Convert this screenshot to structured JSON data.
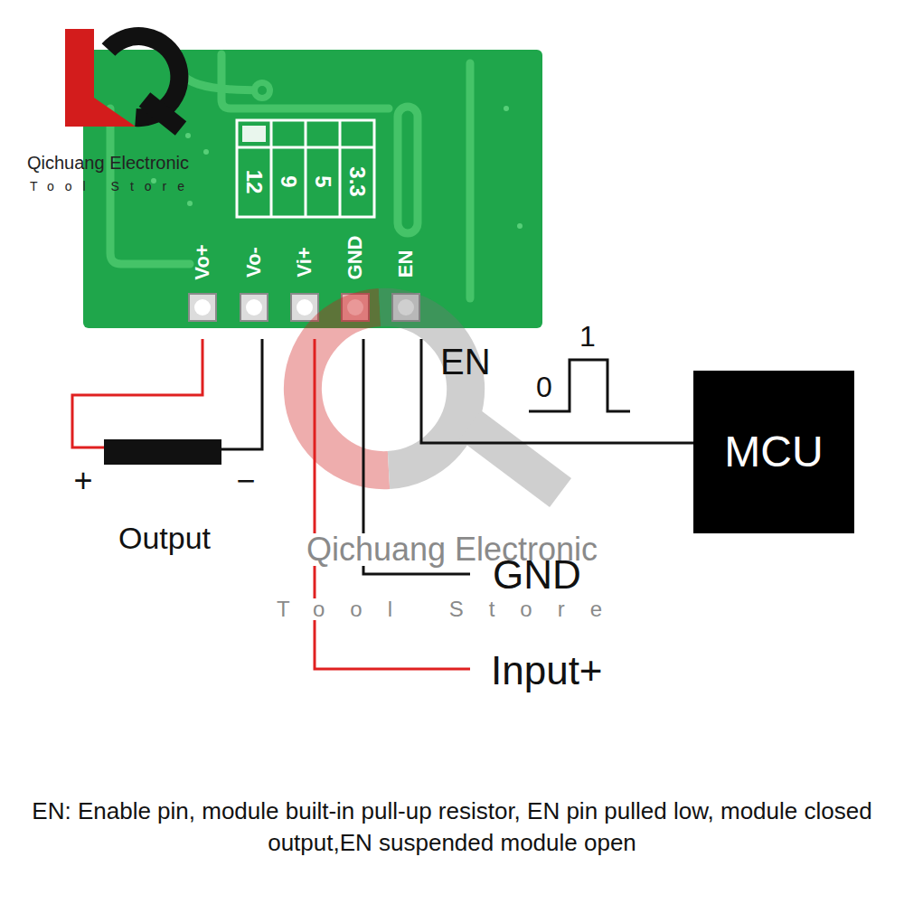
{
  "diagram": {
    "caption": "EN: Enable pin, module built-in pull-up resistor, EN pin pulled low, module closed output,EN suspended module open",
    "nodes": [
      {
        "text": [
          "MCU"
        ]
      }
    ],
    "labels": [
      "Qichuang Electronic",
      "Tool Store",
      "12",
      "9",
      "5",
      "3.3",
      "Vo+",
      "Vo-",
      "Vi+",
      "GND",
      "EN",
      "EN",
      "1",
      "0",
      "+",
      "−",
      "Output",
      "Qichuang Electronic",
      "Tool Store",
      "GND",
      "Input+"
    ]
  }
}
